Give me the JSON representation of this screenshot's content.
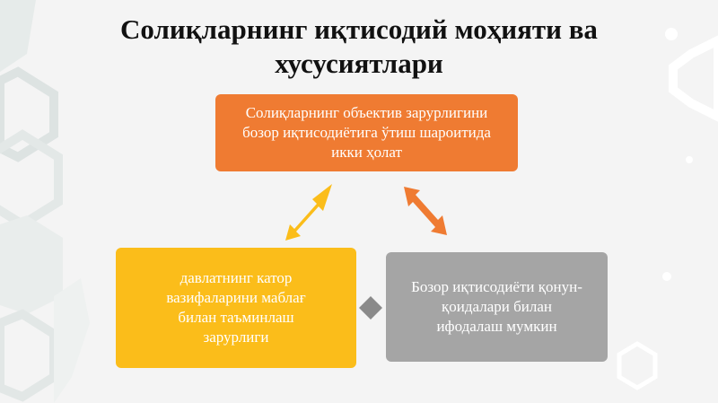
{
  "slide": {
    "title": "Солиқларнинг иқтисодий моҳияти ва хусусиятлари"
  },
  "nodes": {
    "top": {
      "text": "Солиқларнинг объектив зарурлигини бозор иқтисодиётига ўтиш шароитида икки ҳолат",
      "color": "#ef7b32"
    },
    "left": {
      "text": "давлатнинг катор вазифаларини маблағ билан таъминлаш зарурлиги",
      "color": "#fbbd1a"
    },
    "right": {
      "text": "Бозор иқтисодиёти қонун-қоидалари билан ифодалаш мумкин",
      "color": "#a5a5a5"
    }
  },
  "colors": {
    "arrow_left": "#fbbd1a",
    "arrow_right": "#ef7b32",
    "diamond": "#8a8a8a",
    "background": "#f4f4f4"
  }
}
